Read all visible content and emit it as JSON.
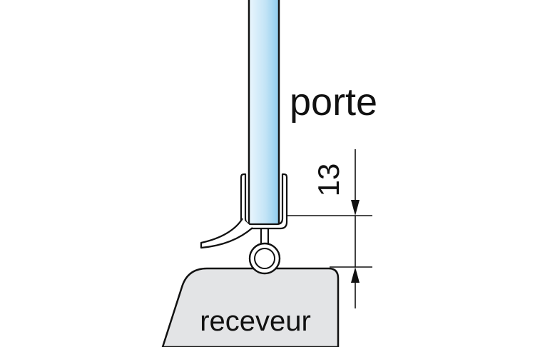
{
  "labels": {
    "door": "porte",
    "tray": "receveur",
    "dimension": "13"
  },
  "colors": {
    "glass_light": "#eaf6fd",
    "glass_dark": "#9fd2ee",
    "tray_fill": "#e3e4e6",
    "outline": "#111111"
  }
}
